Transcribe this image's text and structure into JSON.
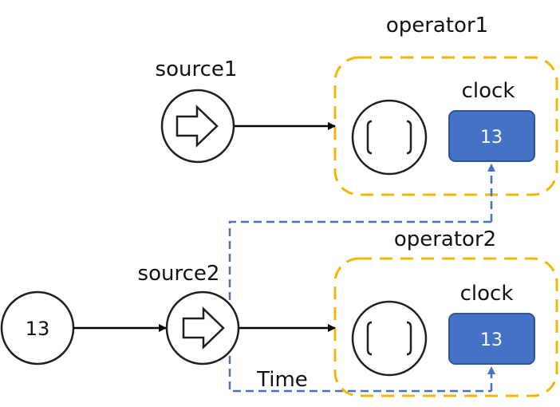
{
  "operator1": {
    "label": "operator1",
    "clock_label": "clock",
    "clock_value": "13"
  },
  "operator2": {
    "label": "operator2",
    "clock_label": "clock",
    "clock_value": "13"
  },
  "source1": {
    "label": "source1"
  },
  "source2": {
    "label": "source2"
  },
  "input_node": {
    "value": "13"
  },
  "time_label": "Time",
  "colors": {
    "operator_border": "#F2B705",
    "clock_fill": "#4472C4",
    "clock_border": "#2F5597",
    "time_line": "#4472C4",
    "arrow": "#000000"
  },
  "icons": {
    "source": "arrow-right-outline-icon",
    "operator": "brackets-icon"
  }
}
